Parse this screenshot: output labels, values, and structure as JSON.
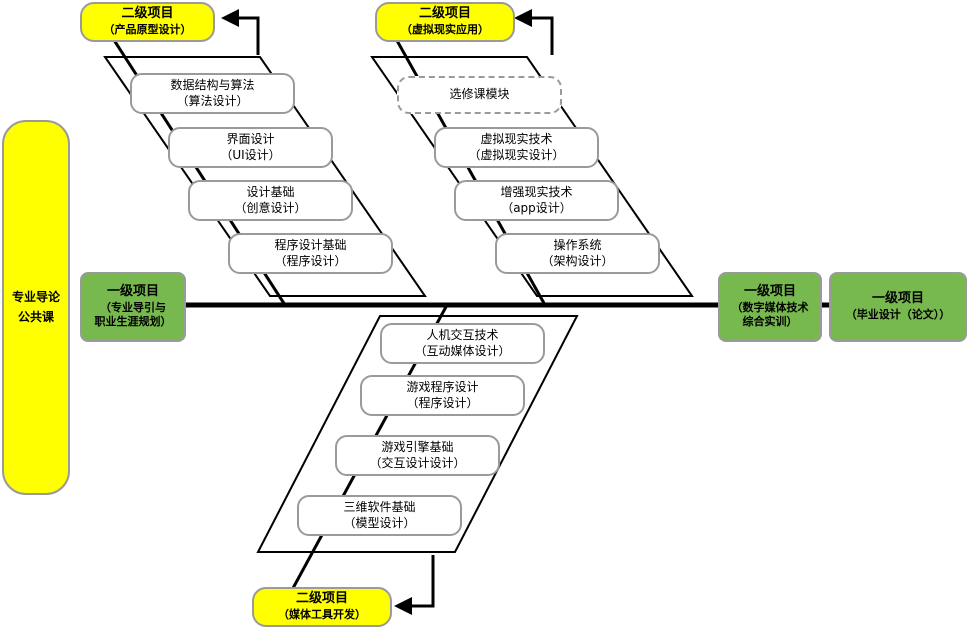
{
  "left_course": {
    "line1": "专业导论",
    "line2": "公共课"
  },
  "level1": {
    "left": {
      "title": "一级项目",
      "sub1": "（专业导引与",
      "sub2": "职业生涯规划）"
    },
    "middle": {
      "title": "一级项目",
      "sub1": "（数字媒体技术",
      "sub2": "综合实训）"
    },
    "right": {
      "title": "一级项目",
      "sub1": "（毕业设计（论文））"
    }
  },
  "level2": {
    "product": {
      "title": "二级项目",
      "sub": "（产品原型设计）"
    },
    "vr": {
      "title": "二级项目",
      "sub": "（虚拟现实应用）"
    },
    "media": {
      "title": "二级项目",
      "sub": "（媒体工具开发）"
    }
  },
  "branch1": [
    {
      "name": "数据结构与算法",
      "sub": "（算法设计）"
    },
    {
      "name": "界面设计",
      "sub": "（UI设计）"
    },
    {
      "name": "设计基础",
      "sub": "（创意设计）"
    },
    {
      "name": "程序设计基础",
      "sub": "（程序设计）"
    }
  ],
  "branch2": [
    {
      "name": "选修课模块",
      "sub": ""
    },
    {
      "name": "虚拟现实技术",
      "sub": "（虚拟现实设计）"
    },
    {
      "name": "增强现实技术",
      "sub": "（app设计）"
    },
    {
      "name": "操作系统",
      "sub": "（架构设计）"
    }
  ],
  "branch3": [
    {
      "name": "人机交互技术",
      "sub": "（互动媒体设计）"
    },
    {
      "name": "游戏程序设计",
      "sub": "（程序设计）"
    },
    {
      "name": "游戏引擎基础",
      "sub": "（交互设计设计）"
    },
    {
      "name": "三维软件基础",
      "sub": "（模型设计）"
    }
  ]
}
